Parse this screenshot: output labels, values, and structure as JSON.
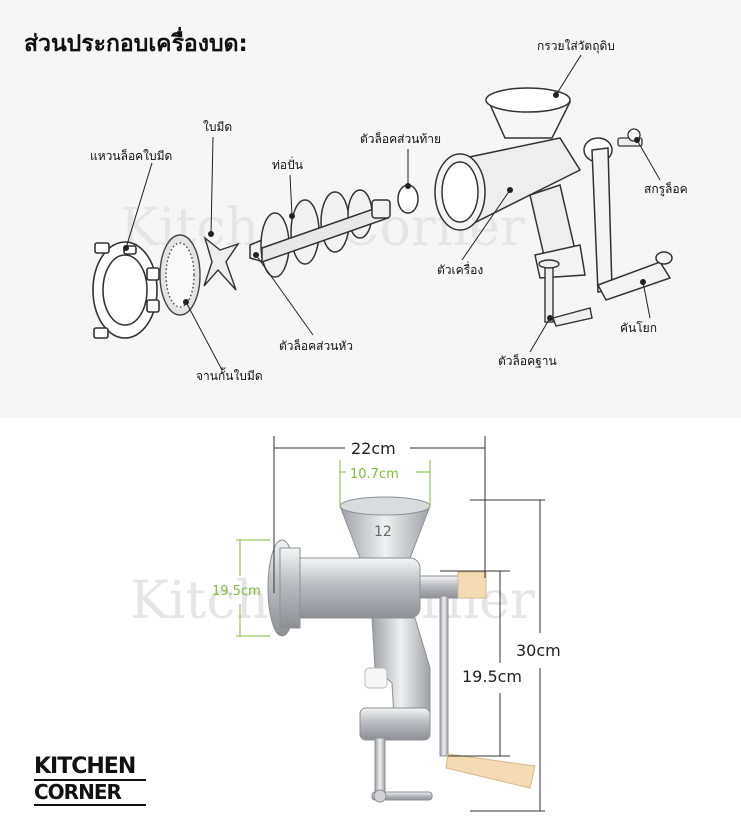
{
  "title": "ส่วนประกอบเครื่องบด:",
  "parts": {
    "ring": "แหวนล็อคใบมีด",
    "blade": "ใบมีด",
    "screw": "ท่อปั่น",
    "tail_lock": "ตัวล็อคส่วนท้าย",
    "hopper": "กรวยใส่วัตถุดิบ",
    "bolt": "สกรูล็อค",
    "body": "ตัวเครื่อง",
    "head_lock": "ตัวล็อคส่วนหัว",
    "plate": "จานกั้นใบมีด",
    "handle": "คันโยก",
    "base_lock": "ตัวล็อคฐาน"
  },
  "dimensions": {
    "width_total": "22cm",
    "hopper_width": "10.7cm",
    "head_diameter": "19.5cm",
    "height_total": "30cm",
    "handle_length": "19.5cm",
    "hopper_number": "12"
  },
  "watermark": "Kitchen Corner",
  "brand": {
    "line1": "KITCHEN",
    "line2": "CORNER"
  },
  "colors": {
    "accent_green": "#7bbf3c",
    "handle_wood": "#f3dcb4",
    "metal": "#c9ccd0"
  }
}
